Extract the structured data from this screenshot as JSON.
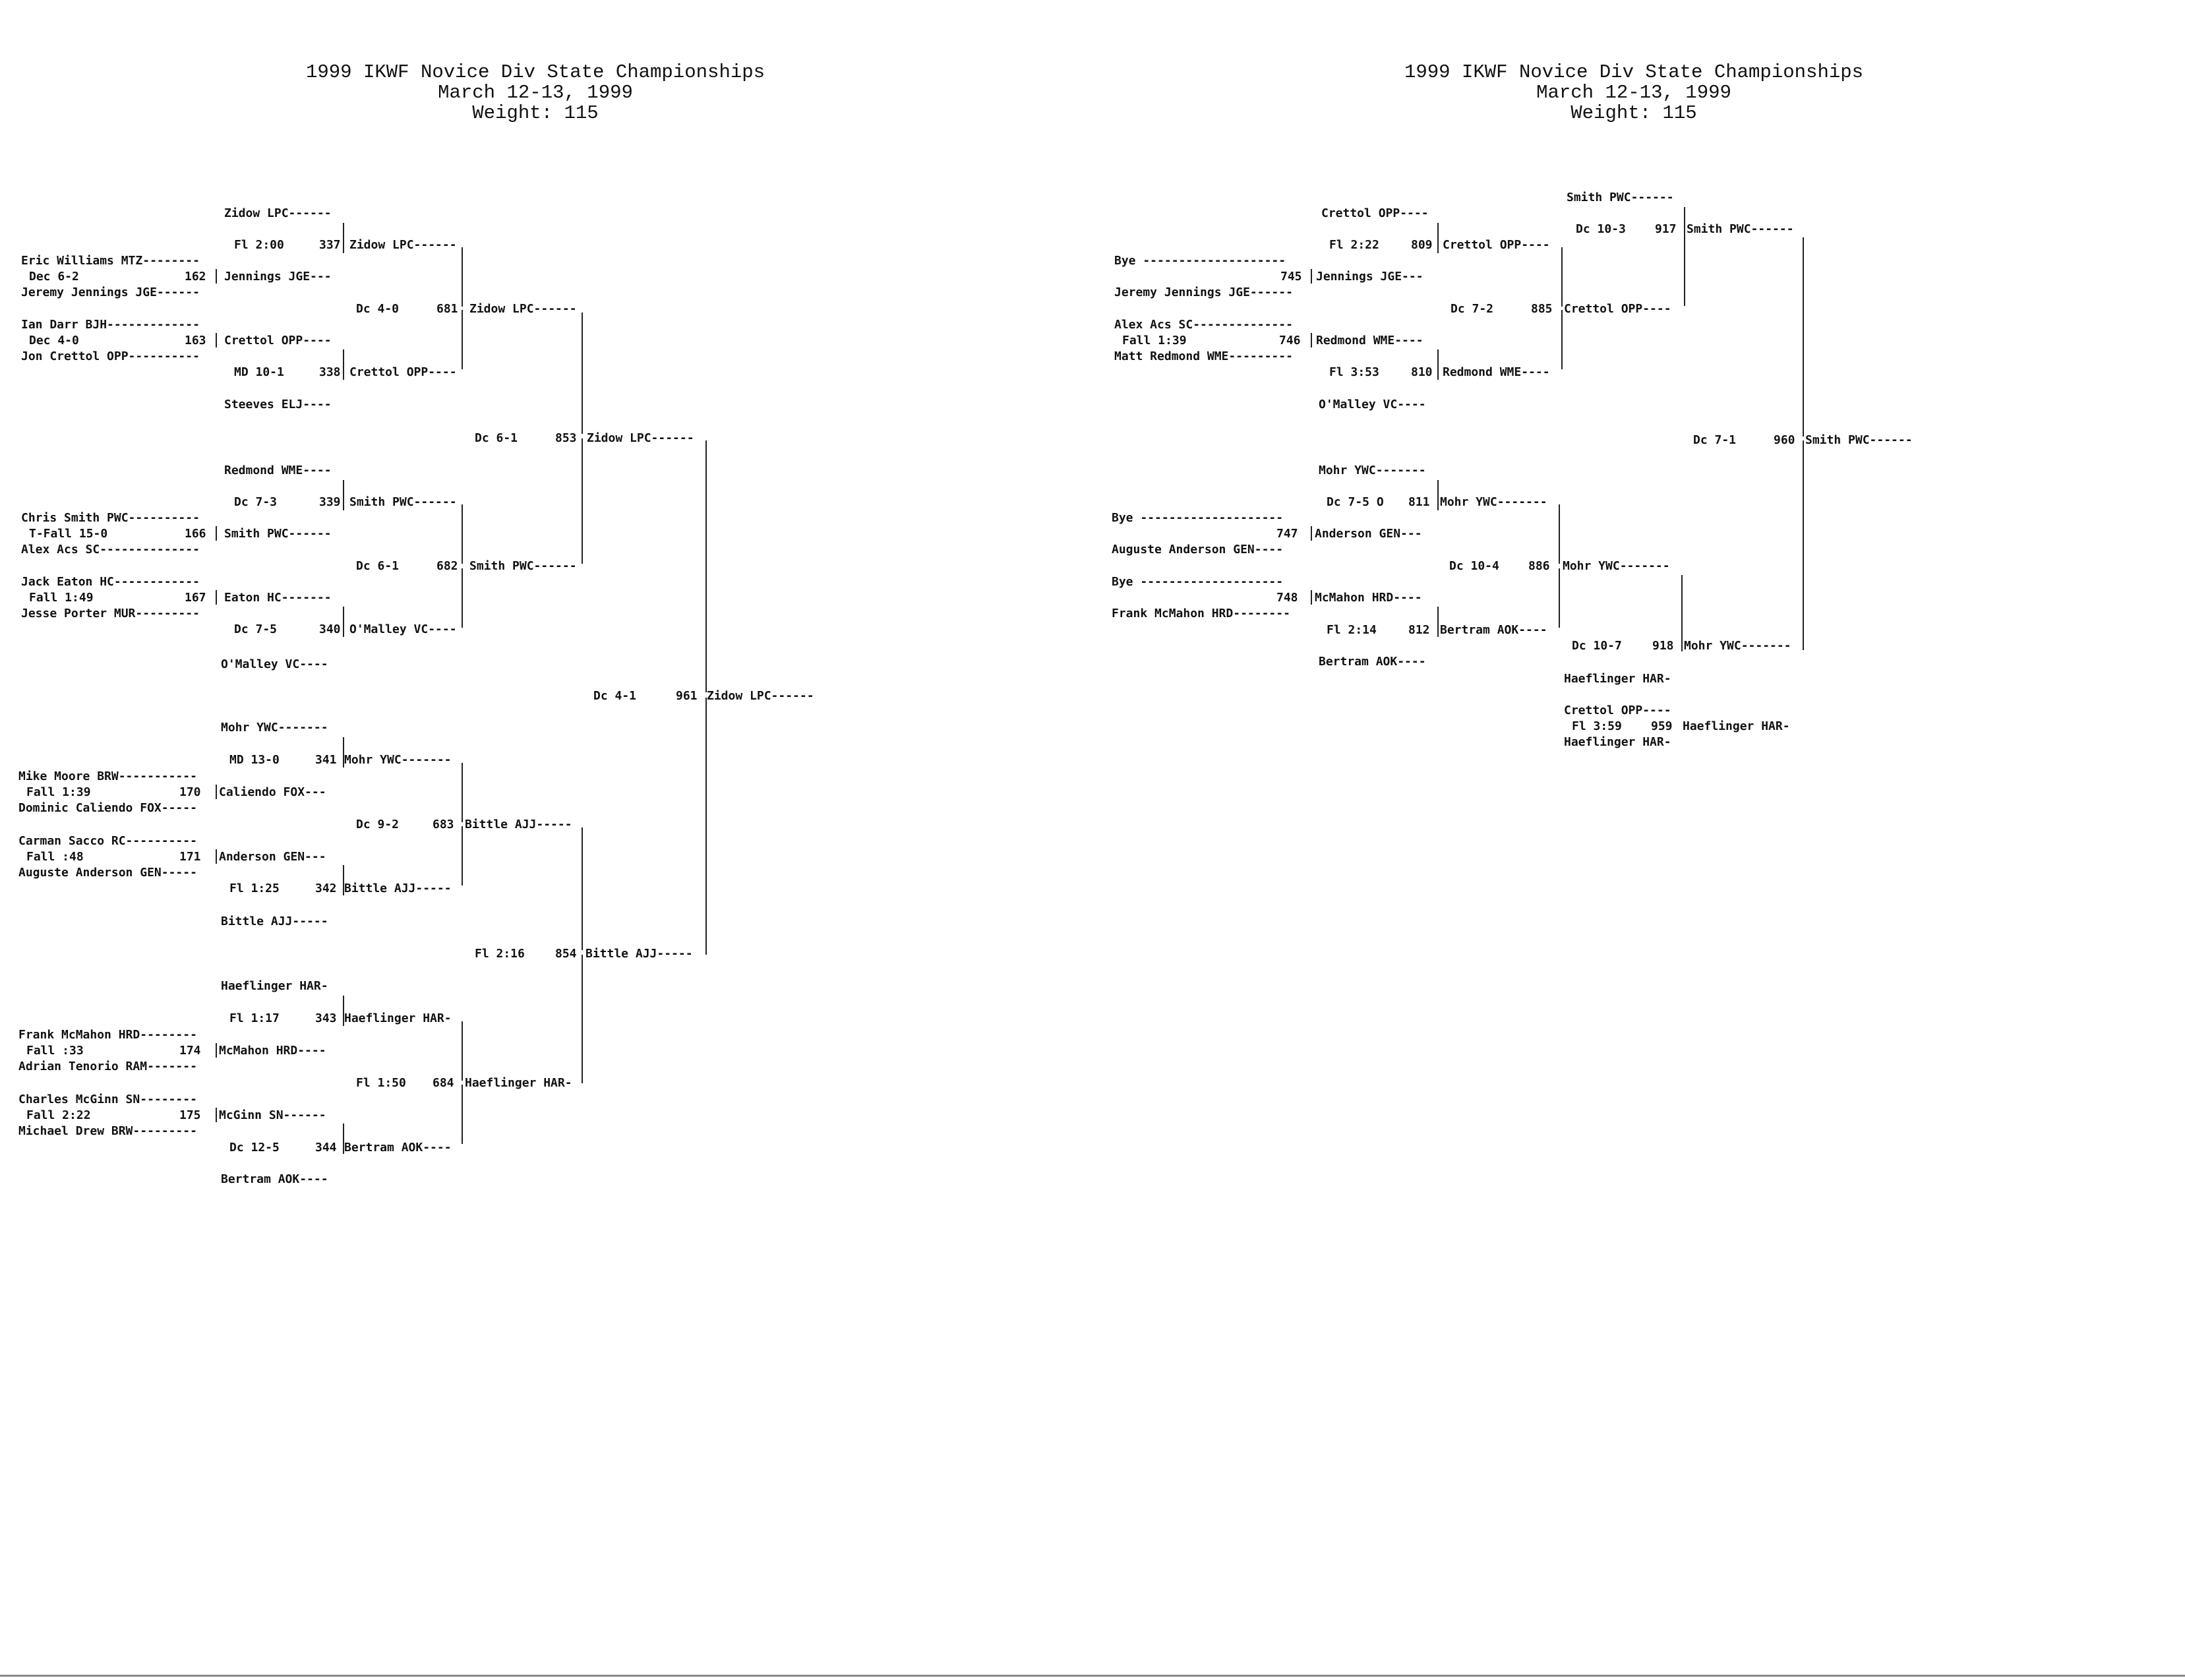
{
  "pages": [
    {
      "title": [
        "1999 IKWF Novice Div State Championships",
        "March 12-13, 1999",
        "Weight: 115"
      ],
      "lines": [
        "Zidow LPC------",
        "Fl 2:00",
        "337",
        "Zidow LPC------",
        "Eric Williams MTZ--------",
        "Dec 6-2",
        "162",
        "Jennings JGE---",
        "Jeremy Jennings JGE------",
        "Dc 4-0",
        "681",
        "Zidow LPC------",
        "Ian Darr BJH-------------",
        "Dec 4-0",
        "163",
        "Crettol OPP----",
        "Jon Crettol OPP----------",
        "MD 10-1",
        "338",
        "Crettol OPP----",
        "Steeves ELJ----",
        "Dc 6-1",
        "853",
        "Zidow LPC------",
        "Redmond WME----",
        "Dc 7-3",
        "339",
        "Smith PWC------",
        "Chris Smith PWC----------",
        "T-Fall 15-0",
        "166",
        "Smith PWC------",
        "Alex Acs SC--------------",
        "Dc 6-1",
        "682",
        "Smith PWC------",
        "Jack Eaton HC------------",
        "Fall 1:49",
        "167",
        "Eaton HC-------",
        "Jesse Porter MUR---------",
        "Dc 7-5",
        "340",
        "O'Malley VC----",
        "O'Malley VC----",
        "Dc 4-1",
        "961",
        "Zidow LPC------",
        "Mohr YWC-------",
        "MD 13-0",
        "341",
        "Mohr YWC-------",
        "Mike Moore BRW-----------",
        "Fall 1:39",
        "170",
        "Caliendo FOX---",
        "Dominic Caliendo FOX-----",
        "Dc 9-2",
        "683",
        "Bittle AJJ-----",
        "Carman Sacco RC----------",
        "Fall :48",
        "171",
        "Anderson GEN---",
        "Auguste Anderson GEN-----",
        "Fl 1:25",
        "342",
        "Bittle AJJ-----",
        "Bittle AJJ-----",
        "Fl 2:16",
        "854",
        "Bittle AJJ-----",
        "Haeflinger HAR-",
        "Fl 1:17",
        "343",
        "Haeflinger HAR-",
        "Frank McMahon HRD--------",
        "Fall :33",
        "174",
        "McMahon HRD----",
        "Adrian Tenorio RAM-------",
        "Fl 1:50",
        "684",
        "Haeflinger HAR-",
        "Charles McGinn SN--------",
        "Fall 2:22",
        "175",
        "McGinn SN------",
        "Michael Drew BRW---------",
        "Dc 12-5",
        "344",
        "Bertram AOK----",
        "Bertram AOK----"
      ]
    },
    {
      "title": [
        "1999 IKWF Novice Div State Championships",
        "March 12-13, 1999",
        "Weight: 115"
      ],
      "lines": [
        "Smith PWC------",
        "Crettol OPP----",
        "Dc 10-3",
        "917",
        "Smith PWC------",
        "Fl 2:22",
        "809",
        "Crettol OPP----",
        "Bye --------------------",
        "745",
        "Jennings JGE---",
        "Jeremy Jennings JGE------",
        "Dc 7-2",
        "885",
        "Crettol OPP----",
        "Alex Acs SC--------------",
        "Fall 1:39",
        "746",
        "Redmond WME----",
        "Matt Redmond WME---------",
        "Fl 3:53",
        "810",
        "Redmond WME----",
        "O'Malley VC----",
        "Dc 7-1",
        "960",
        "Smith PWC------",
        "Mohr YWC-------",
        "Dc 7-5 O",
        "811",
        "Mohr YWC-------",
        "Bye --------------------",
        "747",
        "Anderson GEN---",
        "Auguste Anderson GEN----",
        "Dc 10-4",
        "886",
        "Mohr YWC-------",
        "Bye --------------------",
        "748",
        "McMahon HRD----",
        "Frank McMahon HRD--------",
        "Fl 2:14",
        "812",
        "Bertram AOK----",
        "Dc 10-7",
        "918",
        "Mohr YWC-------",
        "Bertram AOK----",
        "Haeflinger HAR-",
        "Crettol OPP----",
        "Fl 3:59",
        "959",
        "Haeflinger HAR-",
        "Haeflinger HAR-"
      ]
    }
  ]
}
